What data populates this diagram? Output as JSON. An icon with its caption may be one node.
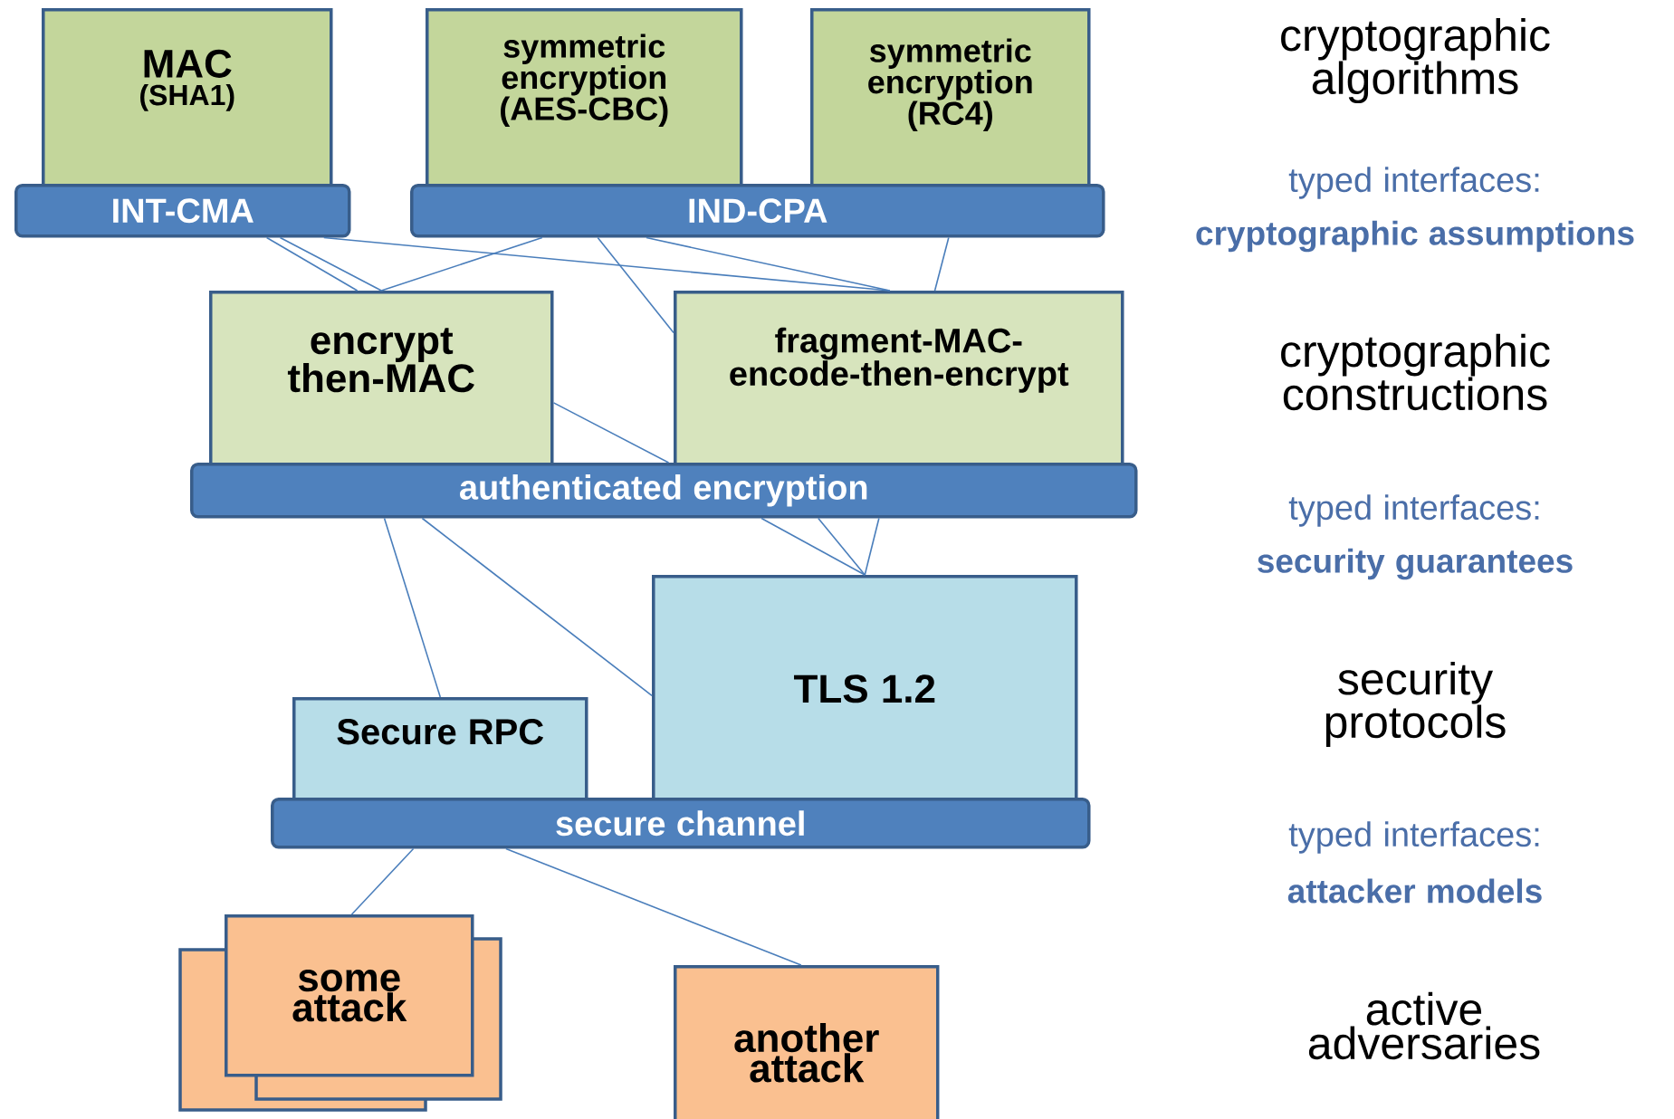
{
  "diagram": {
    "nodes": [
      {
        "text": [
          "MAC",
          "(SHA1)"
        ]
      },
      {
        "text": [
          "symmetric encryption (AES-CBC)"
        ]
      },
      {
        "text": [
          "symmetric encryption (RC4)"
        ]
      },
      {
        "text": [
          "INT-CMA"
        ]
      },
      {
        "text": [
          "IND-CPA"
        ]
      },
      {
        "text": [
          "encrypt then-MAC"
        ]
      },
      {
        "text": [
          "fragment-MAC-encode-then-encrypt"
        ]
      },
      {
        "text": [
          "authenticated encryption"
        ]
      },
      {
        "text": [
          "TLS 1.2"
        ]
      },
      {
        "text": [
          "Secure RPC"
        ]
      },
      {
        "text": [
          "secure channel"
        ]
      },
      {
        "text": [
          "some attack"
        ]
      },
      {
        "text": [
          "another attack"
        ]
      }
    ],
    "edges": [
      {
        "from": 3,
        "to": 5,
        "arrow": "none"
      },
      {
        "from": 3,
        "to": 5,
        "arrow": "none"
      },
      {
        "from": 3,
        "to": 6,
        "arrow": "none"
      },
      {
        "from": 4,
        "to": 5,
        "arrow": "none"
      },
      {
        "from": 4,
        "to": 6,
        "arrow": "none"
      },
      {
        "from": 4,
        "to": 6,
        "arrow": "none"
      },
      {
        "from": 4,
        "to": 6,
        "arrow": "none"
      },
      {
        "from": 5,
        "to": 7,
        "arrow": "none"
      },
      {
        "from": 7,
        "to": 9,
        "arrow": "none"
      },
      {
        "from": 7,
        "to": 8,
        "arrow": "none"
      },
      {
        "from": 7,
        "to": 8,
        "arrow": "none"
      },
      {
        "from": 7,
        "to": 8,
        "arrow": "none"
      },
      {
        "from": 7,
        "to": 8,
        "arrow": "none"
      },
      {
        "from": 10,
        "to": 11,
        "arrow": "none"
      },
      {
        "from": 10,
        "to": 12,
        "arrow": "none"
      }
    ],
    "labels": [
      "cryptographic algorithms",
      "typed interfaces:",
      "cryptographic assumptions",
      "cryptographic constructions",
      "typed interfaces:",
      "security guarantees",
      "security protocols",
      "typed interfaces:",
      "attacker models",
      "active adversaries"
    ]
  }
}
